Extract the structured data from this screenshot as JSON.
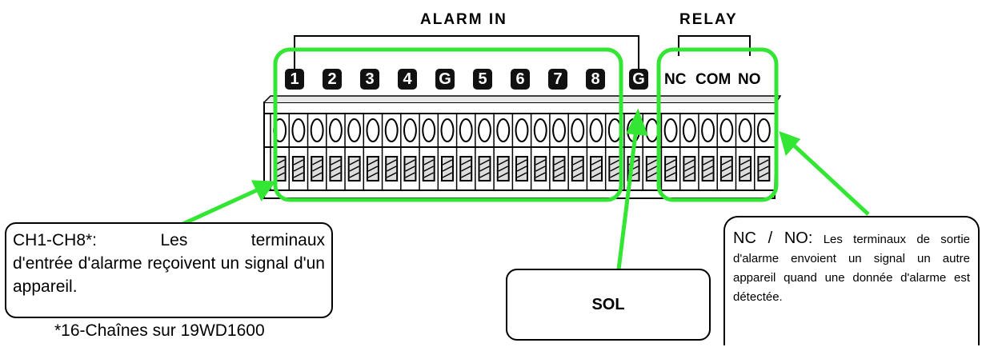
{
  "header": {
    "alarm_in": "ALARM IN",
    "relay": "RELAY"
  },
  "alarm_channels": [
    "1",
    "2",
    "3",
    "4",
    "G",
    "5",
    "6",
    "7",
    "8",
    "G"
  ],
  "relay_contacts": [
    "NC",
    "COM",
    "NO"
  ],
  "callouts": {
    "channels": {
      "lead": "CH1-CH8*:",
      "word": "Les",
      "tail": "terminaux",
      "rest": "d'entrée d'alarme reçoivent un signal d'un appareil."
    },
    "ground": {
      "label": "SOL"
    },
    "relay": {
      "lead": "NC / NO:",
      "rest": "Les terminaux de sortie d'alarme envoient un signal un autre appareil quand une donnée d'alarme est détectée."
    }
  },
  "footnote": "*16-Chaînes sur  19WD1600",
  "colors": {
    "highlight": "#33e633",
    "badge": "#111111"
  }
}
